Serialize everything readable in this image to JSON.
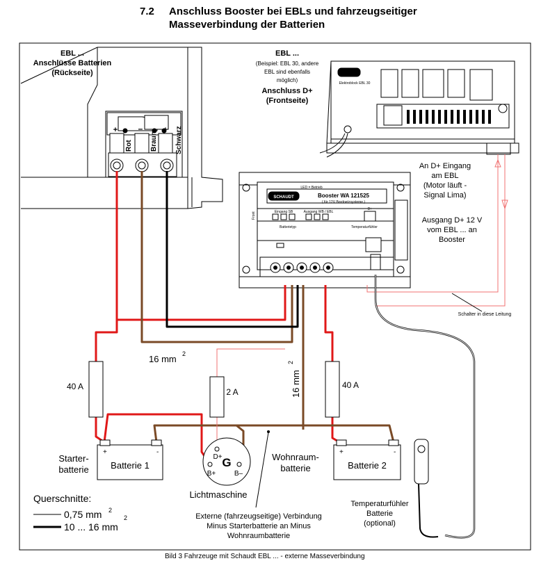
{
  "header": {
    "number": "7.2",
    "title_line1": "Anschluss Booster bei EBLs und fahrzeugseitiger",
    "title_line2": "Masseverbindung der Batterien"
  },
  "ebl_back": {
    "title": "EBL ...",
    "line2": "Anschlüsse Batterien",
    "line3": "(Rückseite)",
    "plus1": "+",
    "minus": "–",
    "plus2": "+",
    "terminal_red": "Rot",
    "terminal_brown": "Braun",
    "terminal_black": "Schwarz"
  },
  "ebl_front": {
    "title": "EBL ...",
    "note1": "(Beispiel: EBL 30, andere",
    "note2": "EBL sind ebenfalls",
    "note3": "möglich)",
    "conn1": "Anschluss D+",
    "conn2": "(Frontseite)",
    "model": "Elektroblock EBL 30"
  },
  "booster": {
    "brand": "SCHAUDT",
    "title": "Booster  WA 121525",
    "subtitle": "( für 12V Bordnetzsysteme )",
    "led": "LED = Betrieb",
    "front": "Front",
    "input": "Eingang  SB",
    "output": "Ausgang  WB / EBL",
    "dplus": "D+",
    "battype": "Batterietyp",
    "tempsensor": "Temperaturfühler"
  },
  "labels": {
    "dplus_input": [
      "An D+ Eingang",
      "am EBL",
      "(Motor läuft -",
      "Signal Lima)"
    ],
    "dplus_output": [
      "Ausgang D+ 12 V",
      "vom EBL ... an",
      "Booster"
    ],
    "switch_note": "Schalter in diese Leitung",
    "fuse_left": "40 A",
    "fuse_mid": "2 A",
    "fuse_right": "40 A",
    "cable_h": "16 mm",
    "cable_h_sup": "2",
    "cable_v": "16 mm",
    "cable_v_sup": "2",
    "starter_1": "Starter-",
    "starter_2": "batterie",
    "battery1": "Batterie 1",
    "battery2": "Batterie 2",
    "wohnraum_1": "Wohnraum-",
    "wohnraum_2": "batterie",
    "lima": "Lichtmaschine",
    "gen_g": "G",
    "gen_dplus": "D+",
    "gen_bplus": "B+",
    "gen_bminus": "B–",
    "plus": "+",
    "minus": "-",
    "extern": [
      "Externe (fahrzeugseitige) Verbindung",
      "Minus Starterbatterie an Minus",
      "Wohnraumbatterie"
    ],
    "temp": [
      "Temperaturfühler",
      "Batterie",
      "(optional)"
    ]
  },
  "legend": {
    "title": "Querschnitte:",
    "thin": "0,75 mm",
    "thin_sup": "2",
    "thick": "10 ... 16 mm",
    "thick_sup": "2"
  },
  "caption": "Bild 3          Fahrzeuge mit Schaudt EBL ... - externe Masseverbindung",
  "colors": {
    "red": "#e01818",
    "brown": "#7a4a26",
    "black": "#000000",
    "thin_red": "#f07070"
  }
}
